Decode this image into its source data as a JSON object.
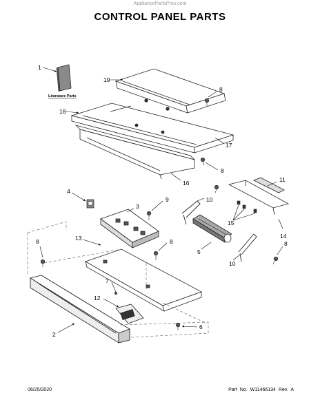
{
  "watermark": "AppliancePartsPros.com",
  "title": "CONTROL PANEL PARTS",
  "literature_label": "Literature Parts",
  "callouts": [
    "1",
    "19",
    "8",
    "18",
    "17",
    "8",
    "16",
    "11",
    "4",
    "10",
    "9",
    "3",
    "15",
    "13",
    "5",
    "8",
    "14",
    "8",
    "10",
    "7",
    "12",
    "6",
    "2",
    "8"
  ],
  "footer": {
    "date": "06/25/2020",
    "part": "Part No.  W11466134  Rev.  A"
  }
}
